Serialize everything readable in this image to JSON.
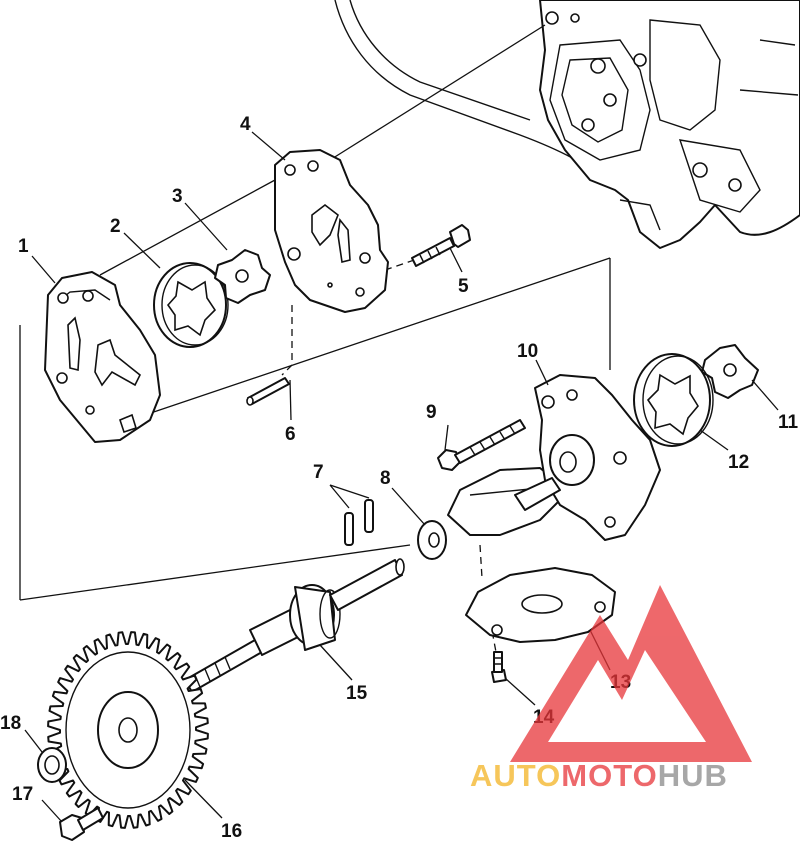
{
  "callouts": [
    {
      "id": "1",
      "text": "1"
    },
    {
      "id": "2",
      "text": "2"
    },
    {
      "id": "3",
      "text": "3"
    },
    {
      "id": "4",
      "text": "4"
    },
    {
      "id": "5",
      "text": "5"
    },
    {
      "id": "6",
      "text": "6"
    },
    {
      "id": "7",
      "text": "7"
    },
    {
      "id": "8",
      "text": "8"
    },
    {
      "id": "9",
      "text": "9"
    },
    {
      "id": "10",
      "text": "10"
    },
    {
      "id": "11",
      "text": "11"
    },
    {
      "id": "12",
      "text": "12"
    },
    {
      "id": "13",
      "text": "13"
    },
    {
      "id": "14",
      "text": "14"
    },
    {
      "id": "15",
      "text": "15"
    },
    {
      "id": "16",
      "text": "16"
    },
    {
      "id": "17",
      "text": "17"
    },
    {
      "id": "18",
      "text": "18"
    }
  ],
  "watermark": {
    "part1": "AUTO",
    "part2": "MOTO",
    "part3": "HUB",
    "color_red": "#e8363a",
    "color_orange": "#f3b323",
    "color_gray": "#8a8a8a"
  }
}
